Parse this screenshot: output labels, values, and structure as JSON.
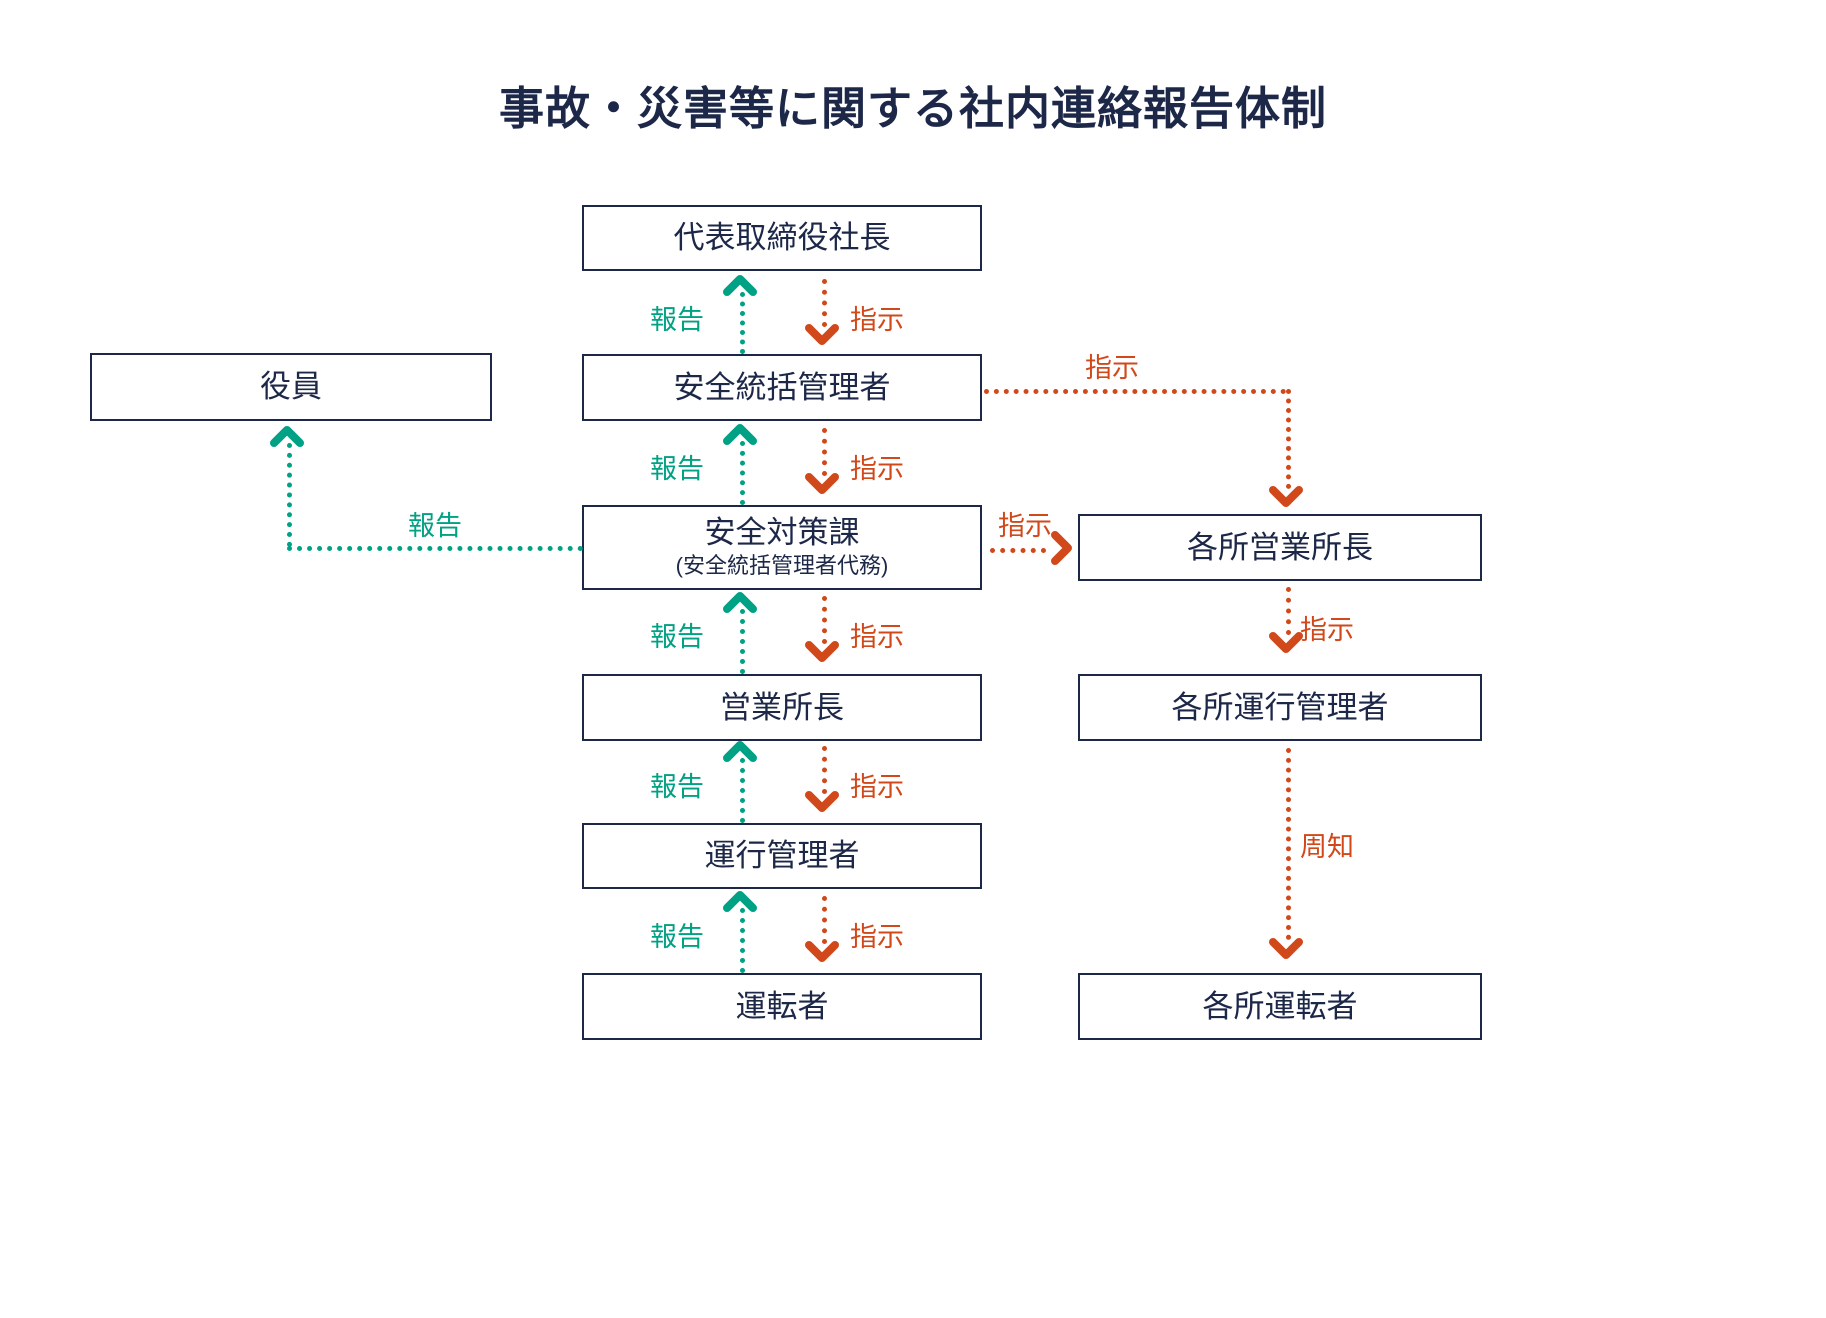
{
  "title": "事故・災害等に関する社内連絡報告体制",
  "colors": {
    "box_border": "#1d2849",
    "box_text": "#1d2849",
    "report_green": "#00a184",
    "instruct_orange": "#d1491a",
    "background": "#ffffff"
  },
  "nodes": {
    "president": {
      "label": "代表取締役社長"
    },
    "safety_general_manager": {
      "label": "安全統括管理者"
    },
    "safety_division": {
      "label": "安全対策課",
      "sub": "(安全統括管理者代務)"
    },
    "branch_manager": {
      "label": "営業所長"
    },
    "operation_manager": {
      "label": "運行管理者"
    },
    "driver": {
      "label": "運転者"
    },
    "officer": {
      "label": "役員"
    },
    "each_branch_manager": {
      "label": "各所営業所長"
    },
    "each_operation_manager": {
      "label": "各所運行管理者"
    },
    "each_driver": {
      "label": "各所運転者"
    }
  },
  "edge_labels": {
    "report": "報告",
    "instruction": "指示",
    "notification": "周知"
  },
  "edges": [
    {
      "from": "safety_general_manager",
      "to": "president",
      "label": "報告",
      "kind": "report",
      "color": "#00a184",
      "direction": "up"
    },
    {
      "from": "president",
      "to": "safety_general_manager",
      "label": "指示",
      "kind": "instruction",
      "color": "#d1491a",
      "direction": "down"
    },
    {
      "from": "safety_division",
      "to": "safety_general_manager",
      "label": "報告",
      "kind": "report",
      "color": "#00a184",
      "direction": "up"
    },
    {
      "from": "safety_general_manager",
      "to": "safety_division",
      "label": "指示",
      "kind": "instruction",
      "color": "#d1491a",
      "direction": "down"
    },
    {
      "from": "safety_division",
      "to": "officer",
      "label": "報告",
      "kind": "report",
      "color": "#00a184",
      "direction": "left-up"
    },
    {
      "from": "safety_general_manager",
      "to": "each_branch_manager",
      "label": "指示",
      "kind": "instruction",
      "color": "#d1491a",
      "direction": "right-down"
    },
    {
      "from": "safety_division",
      "to": "each_branch_manager",
      "label": "指示",
      "kind": "instruction",
      "color": "#d1491a",
      "direction": "right"
    },
    {
      "from": "branch_manager",
      "to": "safety_division",
      "label": "報告",
      "kind": "report",
      "color": "#00a184",
      "direction": "up"
    },
    {
      "from": "safety_division",
      "to": "branch_manager",
      "label": "指示",
      "kind": "instruction",
      "color": "#d1491a",
      "direction": "down"
    },
    {
      "from": "operation_manager",
      "to": "branch_manager",
      "label": "報告",
      "kind": "report",
      "color": "#00a184",
      "direction": "up"
    },
    {
      "from": "branch_manager",
      "to": "operation_manager",
      "label": "指示",
      "kind": "instruction",
      "color": "#d1491a",
      "direction": "down"
    },
    {
      "from": "driver",
      "to": "operation_manager",
      "label": "報告",
      "kind": "report",
      "color": "#00a184",
      "direction": "up"
    },
    {
      "from": "operation_manager",
      "to": "driver",
      "label": "指示",
      "kind": "instruction",
      "color": "#d1491a",
      "direction": "down"
    },
    {
      "from": "each_branch_manager",
      "to": "each_operation_manager",
      "label": "指示",
      "kind": "instruction",
      "color": "#d1491a",
      "direction": "down"
    },
    {
      "from": "each_operation_manager",
      "to": "each_driver",
      "label": "周知",
      "kind": "notification",
      "color": "#d1491a",
      "direction": "down"
    }
  ]
}
